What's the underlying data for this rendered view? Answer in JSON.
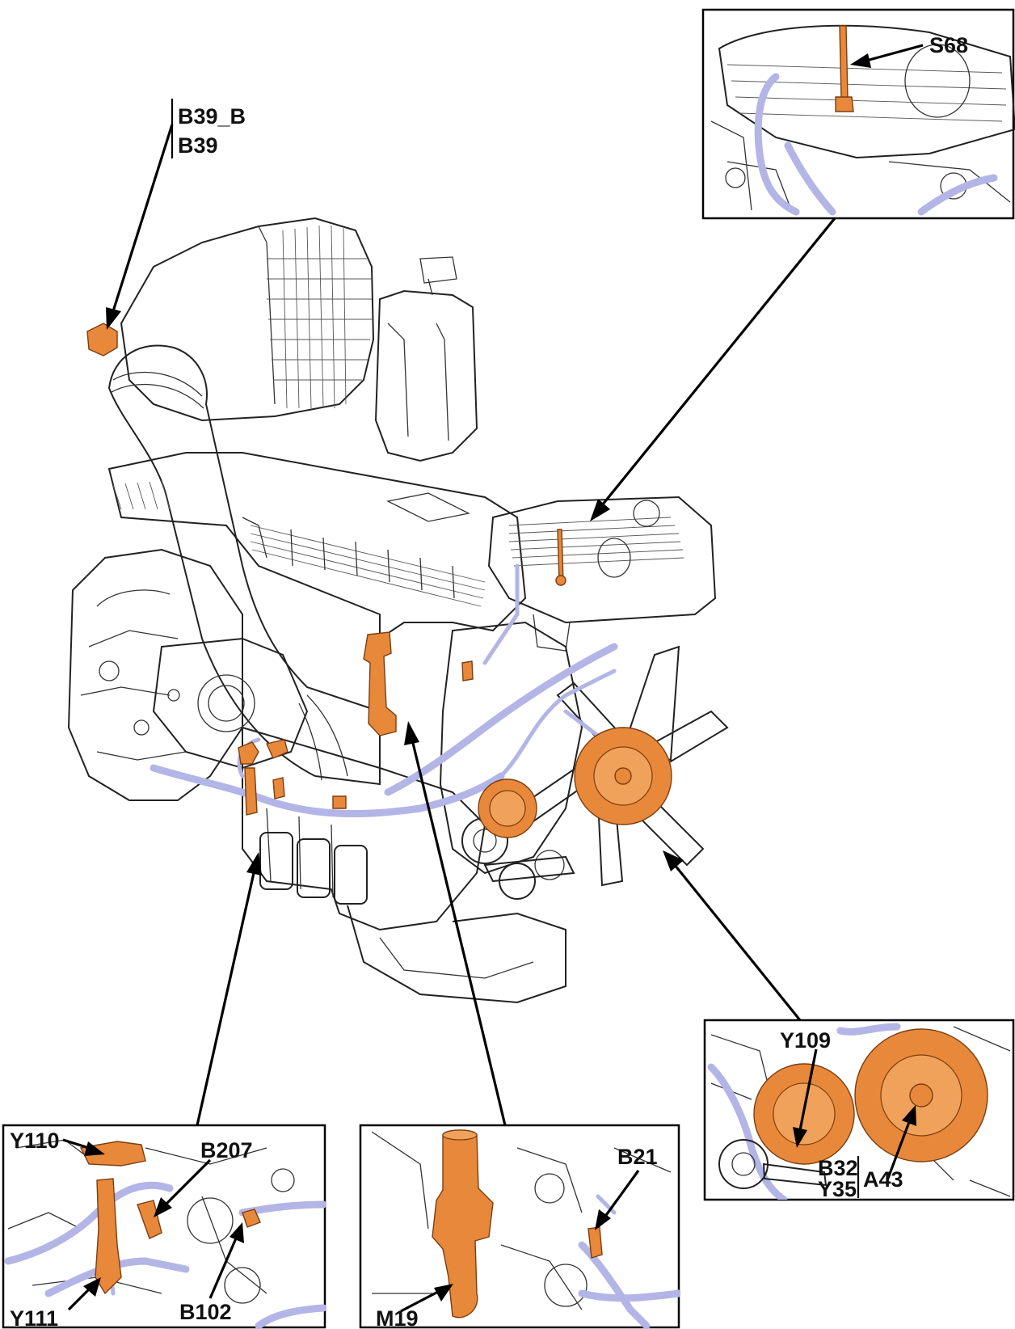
{
  "callouts": {
    "b39_b": "B39_B",
    "b39": "B39",
    "s68": "S68",
    "y109": "Y109",
    "b32": "B32",
    "y35": "Y35",
    "a43": "A43",
    "y110": "Y110",
    "b207": "B207",
    "y111": "Y111",
    "b102": "B102",
    "b21": "B21",
    "m19": "M19"
  },
  "colors": {
    "component_highlight": "#e8883a",
    "wiring_harness": "#b3b5e6",
    "line_art": "#222222"
  }
}
